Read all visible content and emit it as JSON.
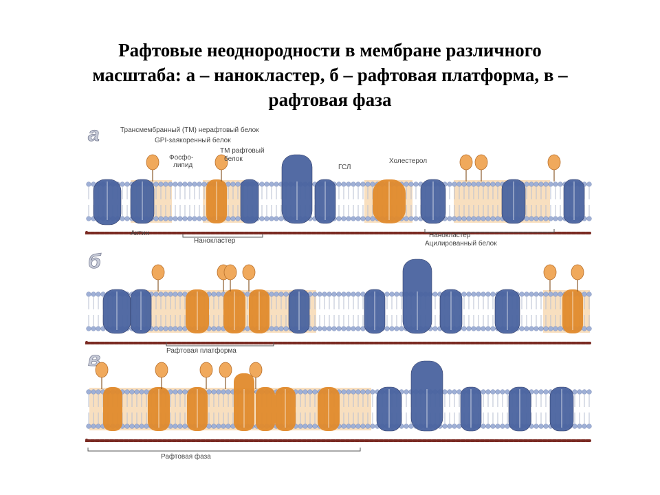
{
  "title": {
    "line1": "Рафтовые неоднородности в мембране различного",
    "line2": "масштаба: а – нанокластер, б – рафтовая платформа, в –",
    "line3": "рафтовая фаза"
  },
  "panels": [
    {
      "letter": "а",
      "labels": {
        "tm_nonraft": "Трансмембранный (ТМ) нерафтовый белок",
        "gpi": "GPI-заякоренный белок",
        "phospho1": "Фосфо-",
        "phospho2": "липид",
        "tm_raft1": "ТМ рафтовый",
        "tm_raft2": "белок",
        "gsl": "ГСЛ",
        "cholesterol": "Холестерол",
        "actin": "Актин",
        "nanocluster1": "Нанокластер",
        "nanocluster2": "Нанокластер",
        "acylated": "Ацилированный белок"
      }
    },
    {
      "letter": "б",
      "labels": {
        "platform": "Рафтовая платформа"
      }
    },
    {
      "letter": "в",
      "labels": {
        "phase": "Рафтовая фаза"
      }
    }
  ],
  "colors": {
    "raft_protein": "#e08a2c",
    "nonraft_protein": "#4a64a0",
    "lipid_head": "#9fb0d6",
    "raft_zone": "#f3c48a",
    "actin": "#7a2a22",
    "gpi_head": "#f0a95c"
  }
}
